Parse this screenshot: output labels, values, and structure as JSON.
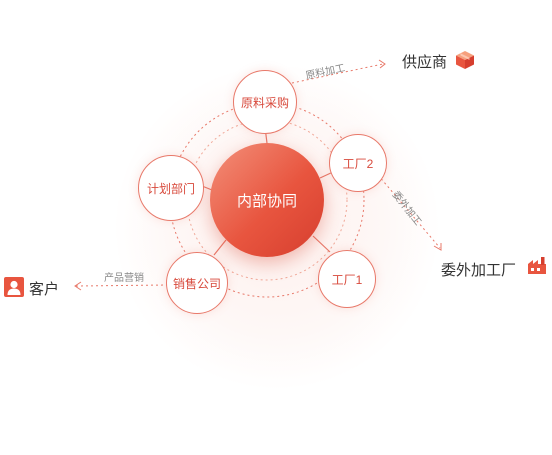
{
  "center": {
    "label": "内部协同"
  },
  "nodes": {
    "procurement": "原料采购",
    "factory2": "工厂2",
    "factory1": "工厂1",
    "sales": "销售公司",
    "planning": "计划部门"
  },
  "external": {
    "supplier": "供应商",
    "outsourcing": "委外加工厂",
    "customer": "客户"
  },
  "edge_labels": {
    "procurement_supplier": "原料加工",
    "factory2_outsourcing": "委外加工",
    "sales_customer": "产品营销"
  },
  "colors": {
    "accent": "#e8553f",
    "node_border": "#e8796a",
    "node_text": "#d84a3c",
    "label_text": "#888888",
    "external_text": "#333333"
  },
  "icons": {
    "supplier": "box-icon",
    "outsourcing": "factory-icon",
    "customer": "user-icon"
  }
}
